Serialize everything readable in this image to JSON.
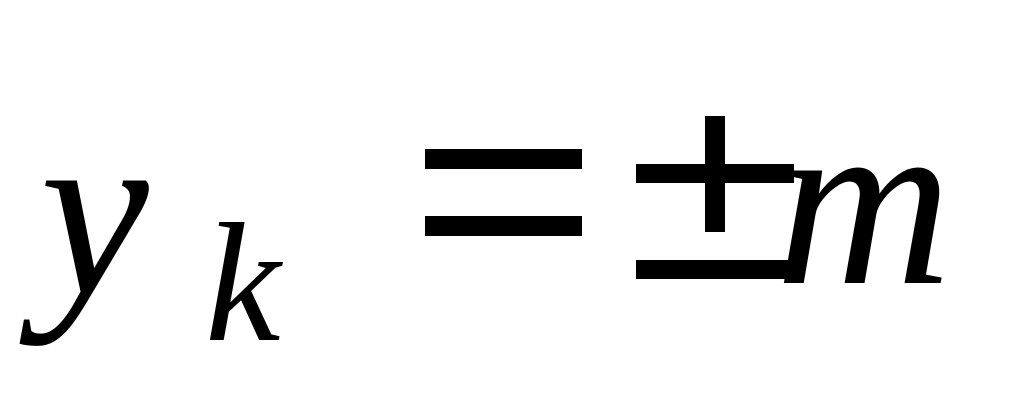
{
  "equation": {
    "variable": "y",
    "subscript": "k",
    "equals_symbol": "=",
    "plus_minus_symbol": "±",
    "rhs_variable": "m"
  }
}
